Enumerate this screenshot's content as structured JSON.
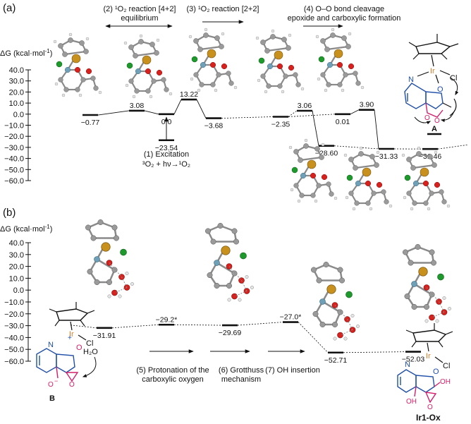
{
  "panel_a": {
    "letter": "(a)",
    "axis_label": "ΔG (kcal·mol",
    "axis_sup": "-1",
    "axis_close": ")",
    "ticks": [
      "40.0",
      "30.0",
      "20.0",
      "10.0",
      "0.0",
      "−10.0",
      "−20.0",
      "−30.0",
      "−40.0",
      "−50.0",
      "−60.0"
    ],
    "step2_l1": "(2) ¹O₂ reaction [4+2]",
    "step2_l2": "equilibrium",
    "step3": "(3) ¹O₂ reaction [2+2]",
    "step4_l1": "(4) O–O bond cleavage",
    "step4_l2": "epoxide and carboxylic formation",
    "step1_l1": "(1) Excitation",
    "step1_l2": "³O₂ + hν→¹O₂",
    "levels": [
      {
        "value": -0.77,
        "label": "−0.77"
      },
      {
        "value": 3.08,
        "label": "3.08"
      },
      {
        "value": 0.0,
        "label": "0.0"
      },
      {
        "value": -23.54,
        "label": "−23.54"
      },
      {
        "value": 13.22,
        "label": "13.22"
      },
      {
        "value": -3.68,
        "label": "−3.68"
      },
      {
        "value": -2.35,
        "label": "−2.35"
      },
      {
        "value": 3.06,
        "label": "3.06"
      },
      {
        "value": -28.6,
        "label": "−28.60"
      },
      {
        "value": 0.01,
        "label": "0.01"
      },
      {
        "value": 3.9,
        "label": "3.90"
      },
      {
        "value": -31.33,
        "label": "−31.33"
      },
      {
        "value": -31.46,
        "label": "−31.46"
      }
    ],
    "struct_label": "A"
  },
  "panel_b": {
    "letter": "(b)",
    "axis_label": "ΔG (kcal·mol",
    "axis_sup": "-1",
    "axis_close": ")",
    "ticks": [
      "40.0",
      "30.0",
      "20.0",
      "10.0",
      "0.0",
      "−10.0",
      "−20.0",
      "−30.0",
      "−40.0",
      "−50.0",
      "−60.0"
    ],
    "levels": [
      {
        "value": -31.91,
        "label": "−31.91"
      },
      {
        "value": -29.2,
        "label": "−29.2*"
      },
      {
        "value": -29.69,
        "label": "−29.69"
      },
      {
        "value": -27.0,
        "label": "−27.0*"
      },
      {
        "value": -52.71,
        "label": "−52.71"
      },
      {
        "value": -52.03,
        "label": "−52.03"
      }
    ],
    "step5_l1": "(5) Protonation of the",
    "step5_l2": "carboxylic oxygen",
    "step6_l1": "(6) Grotthuss",
    "step6_l2": "mechanism",
    "step7": "(7) OH insertion",
    "struct_b_label": "B",
    "water": "H₂O",
    "product_label": "Ir1-Ox"
  },
  "chem": {
    "ir": "Ir",
    "cl": "Cl",
    "o": "O",
    "n": "N",
    "oh": "OH",
    "o_minus": "O",
    "minus": "−",
    "plus": "+"
  },
  "colors": {
    "ir_atom": "#c8901c",
    "carbon": "#9a9a9a",
    "hydrogen": "#e6e6e6",
    "oxygen": "#d8201c",
    "nitrogen": "#6fa0b8",
    "chlorine": "#1e9a2c",
    "ring_blue": "#1f4fa8",
    "pink": "#d21f6c",
    "ir_orange": "#e07b22"
  }
}
